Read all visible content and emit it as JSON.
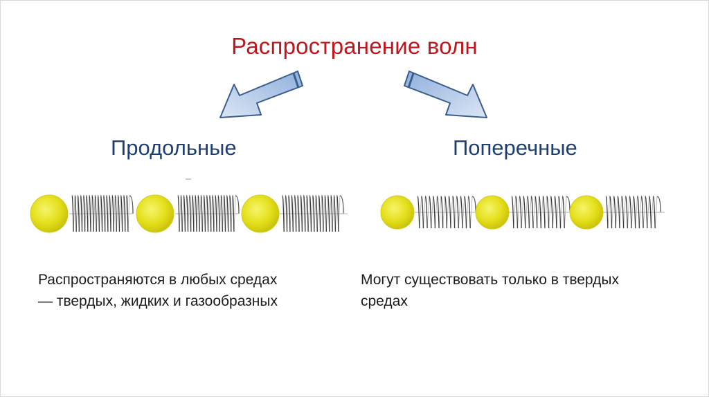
{
  "title": "Распространение волн",
  "left": {
    "heading": "Продольные",
    "desc_lines": [
      "Распространяются в любых средах",
      "— твердых, жидких и газообразных"
    ]
  },
  "right": {
    "heading": "Поперечные",
    "desc_lines": [
      "Могут существовать только в твердых",
      "средах"
    ]
  },
  "colors": {
    "title": "#c0161b",
    "heading": "#1f3f73",
    "ball": "#e6e21c",
    "arrow_fill": "#b9cce6",
    "arrow_stroke": "#3c5e8f"
  }
}
